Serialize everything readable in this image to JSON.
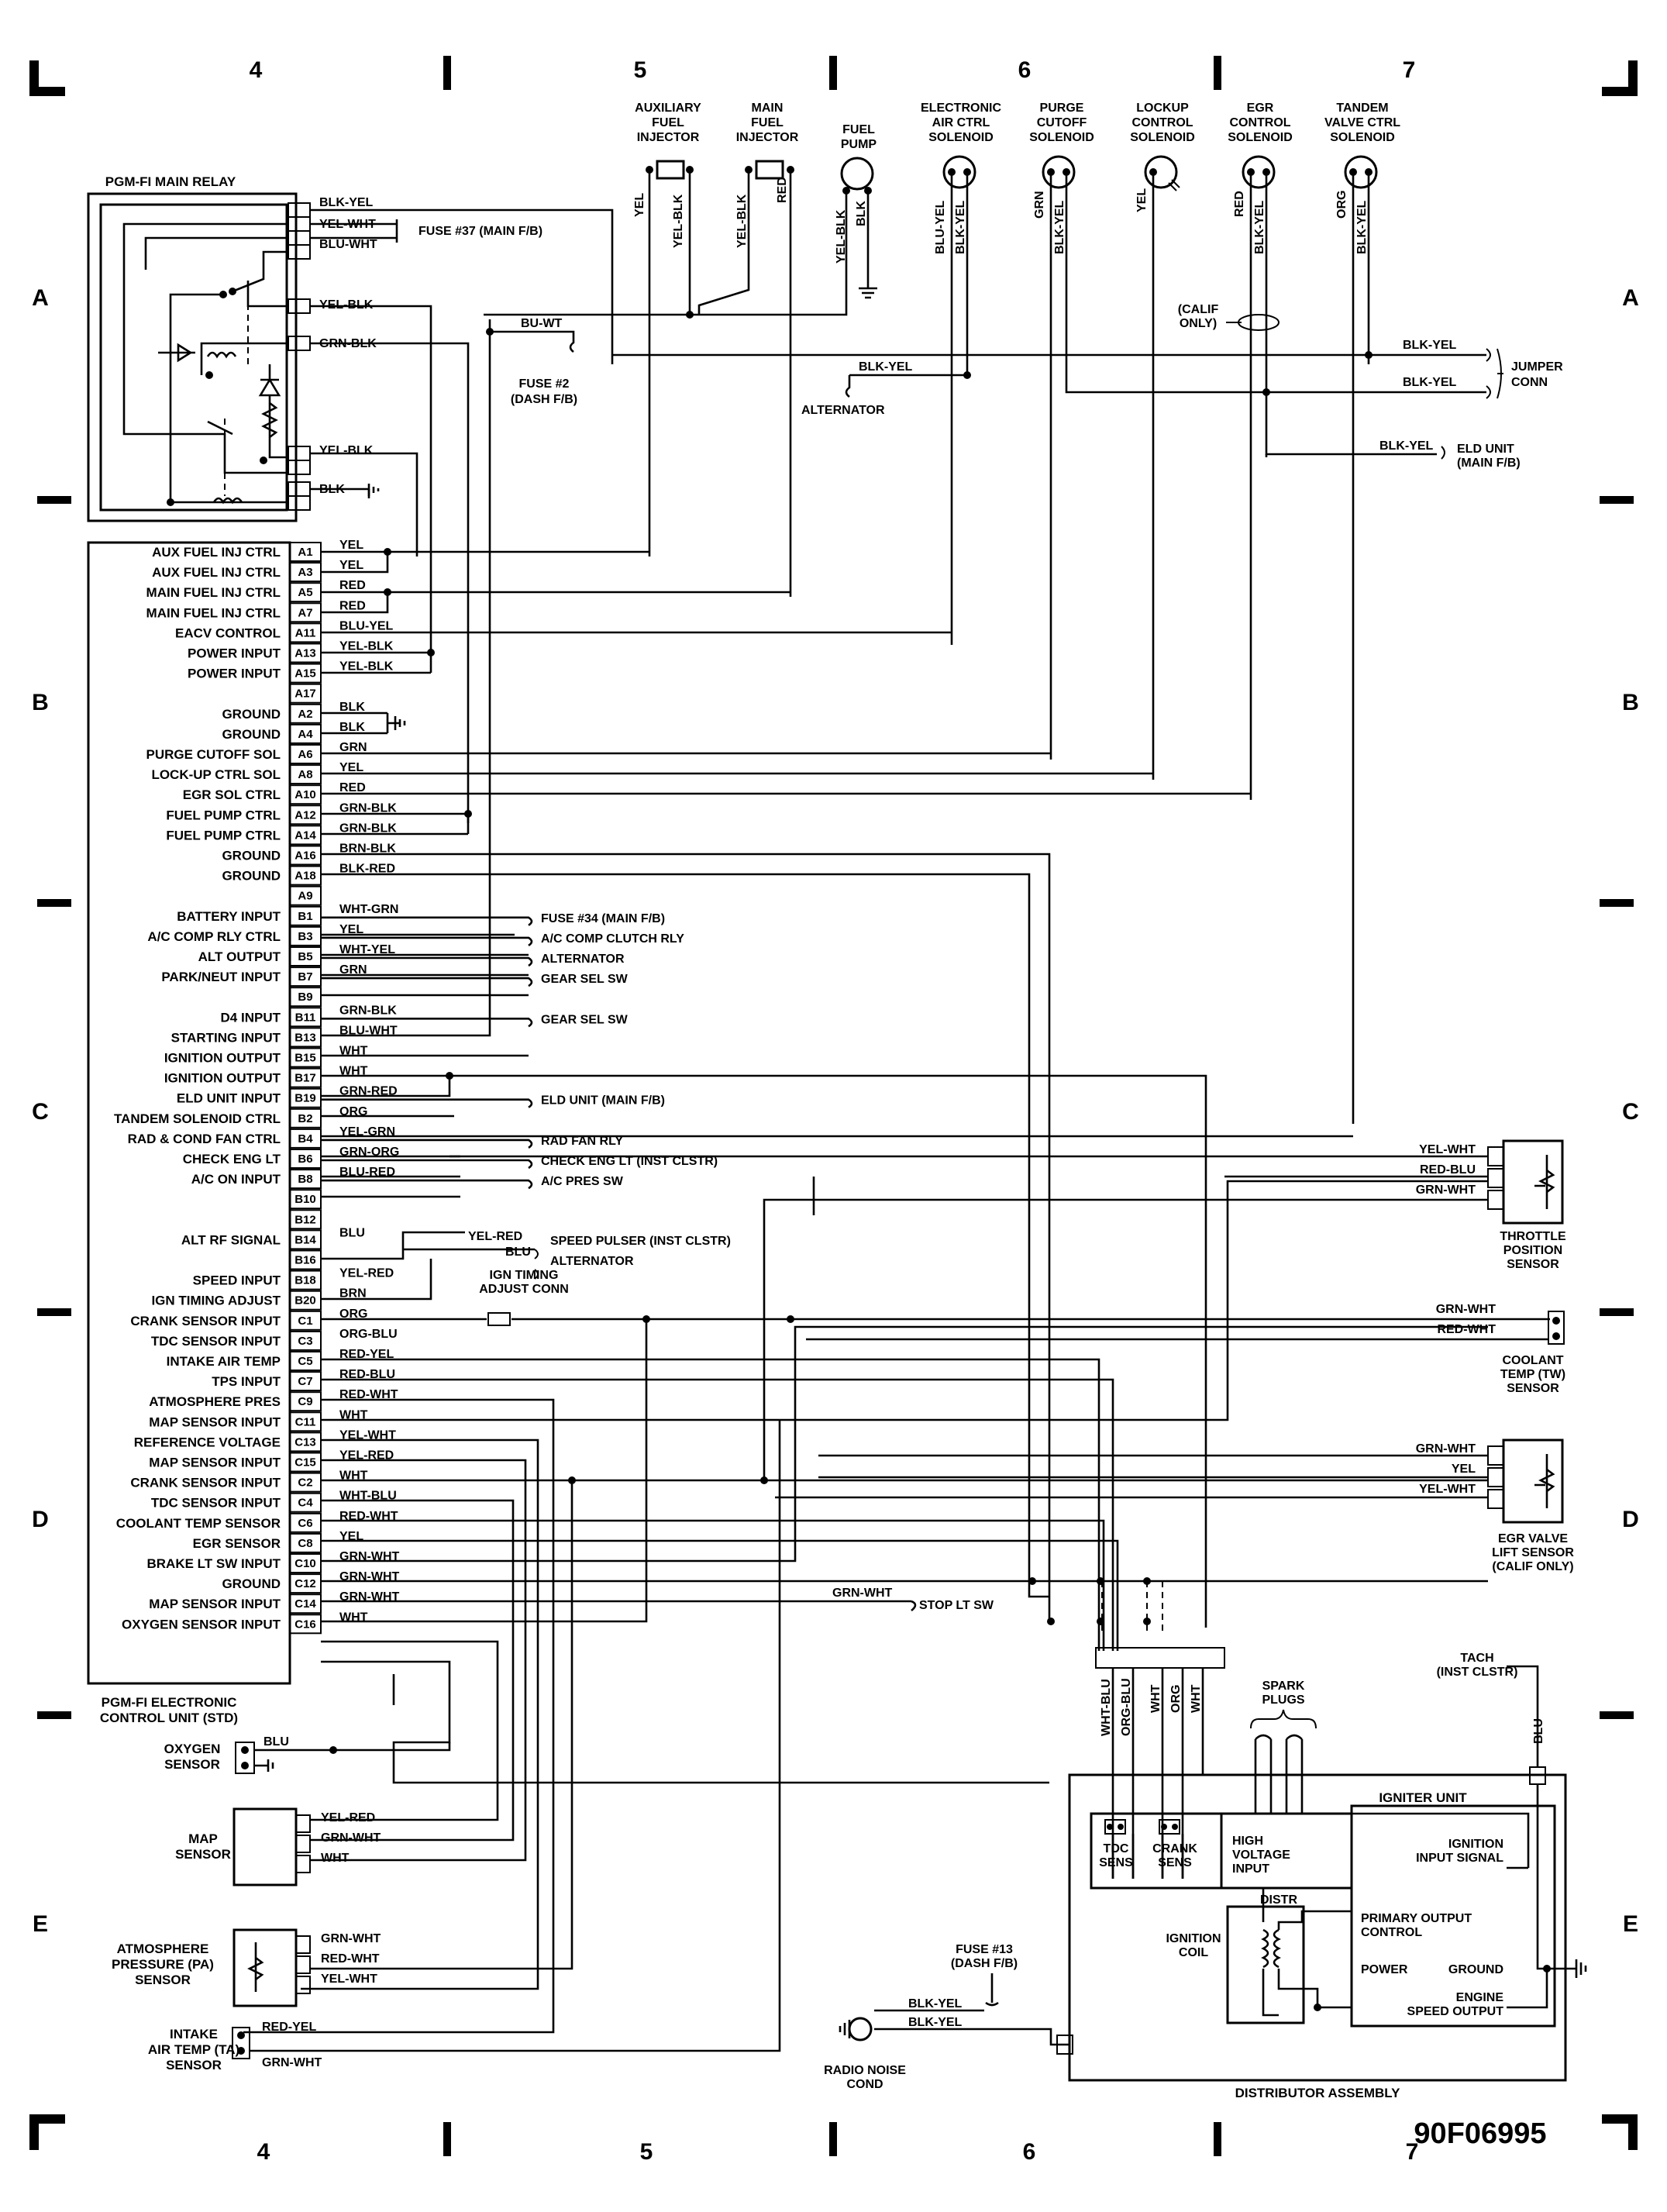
{
  "grid": {
    "columns_top": [
      "4",
      "5",
      "6",
      "7"
    ],
    "columns_bottom": [
      "4",
      "5",
      "6",
      "7"
    ],
    "rows": [
      "A",
      "B",
      "C",
      "D",
      "E"
    ]
  },
  "figure_code": "90F06995",
  "main_relay": {
    "title": "PGM-FI MAIN RELAY",
    "wires": [
      "BLK-YEL",
      "YEL-WHT",
      "BLU-WHT",
      "YEL-BLK",
      "GRN-BLK",
      "YEL-BLK",
      "BLK"
    ]
  },
  "fuse37": "FUSE #37 (MAIN F/B)",
  "fuse2": {
    "wire": "BU-WT",
    "label": [
      "FUSE #2",
      "(DASH F/B)"
    ]
  },
  "alternator_top": {
    "wire": "BLK-YEL",
    "label": "ALTERNATOR"
  },
  "components_top": [
    {
      "label": [
        "AUXILIARY",
        "FUEL",
        "INJECTOR"
      ],
      "wires": [
        "YEL",
        "YEL-BLK"
      ]
    },
    {
      "label": [
        "MAIN",
        "FUEL",
        "INJECTOR"
      ],
      "wires": [
        "YEL-BLK",
        "RED"
      ]
    },
    {
      "label": [
        "FUEL",
        "PUMP"
      ],
      "wires": [
        "YEL-BLK",
        "BLK"
      ]
    },
    {
      "label": [
        "ELECTRONIC",
        "AIR CTRL",
        "SOLENOID"
      ],
      "wires": [
        "BLU-YEL",
        "BLK-YEL"
      ]
    },
    {
      "label": [
        "PURGE",
        "CUTOFF",
        "SOLENOID"
      ],
      "wires": [
        "GRN",
        "BLK-YEL"
      ]
    },
    {
      "label": [
        "LOCKUP",
        "CONTROL",
        "SOLENOID"
      ],
      "wires": [
        "YEL"
      ]
    },
    {
      "label": [
        "EGR",
        "CONTROL",
        "SOLENOID"
      ],
      "wires": [
        "RED",
        "BLK-YEL"
      ]
    },
    {
      "label": [
        "TANDEM",
        "VALVE CTRL",
        "SOLENOID"
      ],
      "wires": [
        "ORG",
        "BLK-YEL"
      ]
    }
  ],
  "calif_only": [
    "(CALIF",
    "ONLY)"
  ],
  "jumper": {
    "wires": [
      "BLK-YEL",
      "BLK-YEL"
    ],
    "label": [
      "JUMPER",
      "CONN"
    ]
  },
  "eld": {
    "wire": "BLK-YEL",
    "label": [
      "ELD UNIT",
      "(MAIN F/B)"
    ]
  },
  "ecu": {
    "title": [
      "PGM-FI ELECTRONIC",
      "CONTROL UNIT (STD)"
    ],
    "pins": [
      {
        "name": "AUX FUEL INJ CTRL",
        "pin": "A1",
        "wire": "YEL"
      },
      {
        "name": "AUX FUEL INJ CTRL",
        "pin": "A3",
        "wire": "YEL"
      },
      {
        "name": "MAIN FUEL INJ CTRL",
        "pin": "A5",
        "wire": "RED"
      },
      {
        "name": "MAIN FUEL INJ CTRL",
        "pin": "A7",
        "wire": "RED"
      },
      {
        "name": "EACV CONTROL",
        "pin": "A11",
        "wire": "BLU-YEL"
      },
      {
        "name": "POWER INPUT",
        "pin": "A13",
        "wire": "YEL-BLK"
      },
      {
        "name": "POWER INPUT",
        "pin": "A15",
        "wire": "YEL-BLK"
      },
      {
        "name": "",
        "pin": "A17",
        "wire": ""
      },
      {
        "name": "GROUND",
        "pin": "A2",
        "wire": "BLK"
      },
      {
        "name": "GROUND",
        "pin": "A4",
        "wire": "BLK"
      },
      {
        "name": "PURGE CUTOFF SOL",
        "pin": "A6",
        "wire": "GRN"
      },
      {
        "name": "LOCK-UP CTRL SOL",
        "pin": "A8",
        "wire": "YEL"
      },
      {
        "name": "EGR SOL CTRL",
        "pin": "A10",
        "wire": "RED"
      },
      {
        "name": "FUEL PUMP CTRL",
        "pin": "A12",
        "wire": "GRN-BLK"
      },
      {
        "name": "FUEL PUMP CTRL",
        "pin": "A14",
        "wire": "GRN-BLK"
      },
      {
        "name": "GROUND",
        "pin": "A16",
        "wire": "BRN-BLK"
      },
      {
        "name": "GROUND",
        "pin": "A18",
        "wire": "BLK-RED"
      },
      {
        "name": "",
        "pin": "A9",
        "wire": ""
      },
      {
        "name": "BATTERY INPUT",
        "pin": "B1",
        "wire": "WHT-GRN",
        "dest": "FUSE #34 (MAIN F/B)"
      },
      {
        "name": "A/C COMP RLY CTRL",
        "pin": "B3",
        "wire": "YEL",
        "dest": "A/C COMP CLUTCH RLY"
      },
      {
        "name": "ALT OUTPUT",
        "pin": "B5",
        "wire": "WHT-YEL",
        "dest": "ALTERNATOR"
      },
      {
        "name": "PARK/NEUT INPUT",
        "pin": "B7",
        "wire": "GRN",
        "dest": "GEAR SEL SW"
      },
      {
        "name": "",
        "pin": "B9",
        "wire": ""
      },
      {
        "name": "D4 INPUT",
        "pin": "B11",
        "wire": "GRN-BLK",
        "dest": "GEAR SEL SW"
      },
      {
        "name": "STARTING INPUT",
        "pin": "B13",
        "wire": "BLU-WHT"
      },
      {
        "name": "IGNITION OUTPUT",
        "pin": "B15",
        "wire": "WHT"
      },
      {
        "name": "IGNITION OUTPUT",
        "pin": "B17",
        "wire": "WHT"
      },
      {
        "name": "ELD UNIT INPUT",
        "pin": "B19",
        "wire": "GRN-RED",
        "dest": "ELD UNIT (MAIN F/B)"
      },
      {
        "name": "TANDEM SOLENOID CTRL",
        "pin": "B2",
        "wire": "ORG"
      },
      {
        "name": "RAD & COND FAN CTRL",
        "pin": "B4",
        "wire": "YEL-GRN",
        "dest": "RAD FAN RLY"
      },
      {
        "name": "CHECK ENG LT",
        "pin": "B6",
        "wire": "GRN-ORG",
        "dest": "CHECK ENG LT (INST CLSTR)"
      },
      {
        "name": "A/C ON INPUT",
        "pin": "B8",
        "wire": "BLU-RED",
        "dest": "A/C PRES SW"
      },
      {
        "name": "",
        "pin": "B10",
        "wire": ""
      },
      {
        "name": "",
        "pin": "B12",
        "wire": ""
      },
      {
        "name": "ALT RF SIGNAL",
        "pin": "B14",
        "wire": "BLU"
      },
      {
        "name": "",
        "pin": "B16",
        "wire": ""
      },
      {
        "name": "SPEED INPUT",
        "pin": "B18",
        "wire": "YEL-RED"
      },
      {
        "name": "IGN TIMING ADJUST",
        "pin": "B20",
        "wire": "BRN"
      },
      {
        "name": "CRANK SENSOR INPUT",
        "pin": "C1",
        "wire": "ORG"
      },
      {
        "name": "TDC SENSOR INPUT",
        "pin": "C3",
        "wire": "ORG-BLU"
      },
      {
        "name": "INTAKE AIR TEMP",
        "pin": "C5",
        "wire": "RED-YEL"
      },
      {
        "name": "TPS INPUT",
        "pin": "C7",
        "wire": "RED-BLU"
      },
      {
        "name": "ATMOSPHERE PRES",
        "pin": "C9",
        "wire": "RED-WHT"
      },
      {
        "name": "MAP SENSOR INPUT",
        "pin": "C11",
        "wire": "WHT"
      },
      {
        "name": "REFERENCE VOLTAGE",
        "pin": "C13",
        "wire": "YEL-WHT"
      },
      {
        "name": "MAP SENSOR INPUT",
        "pin": "C15",
        "wire": "YEL-RED"
      },
      {
        "name": "CRANK SENSOR INPUT",
        "pin": "C2",
        "wire": "WHT"
      },
      {
        "name": "TDC SENSOR INPUT",
        "pin": "C4",
        "wire": "WHT-BLU"
      },
      {
        "name": "COOLANT TEMP SENSOR",
        "pin": "C6",
        "wire": "RED-WHT"
      },
      {
        "name": "EGR SENSOR",
        "pin": "C8",
        "wire": "YEL"
      },
      {
        "name": "BRAKE LT SW INPUT",
        "pin": "C10",
        "wire": "GRN-WHT"
      },
      {
        "name": "GROUND",
        "pin": "C12",
        "wire": "GRN-WHT"
      },
      {
        "name": "MAP SENSOR INPUT",
        "pin": "C14",
        "wire": "GRN-WHT"
      },
      {
        "name": "OXYGEN SENSOR INPUT",
        "pin": "C16",
        "wire": "WHT"
      }
    ]
  },
  "speed_pulser": {
    "wires": [
      "YEL-RED",
      "BLU"
    ],
    "dests": [
      "SPEED PULSER (INST CLSTR)",
      "ALTERNATOR"
    ]
  },
  "ign_timing_conn": [
    "IGN TIMING",
    "ADJUST CONN"
  ],
  "stop_lt": {
    "wire": "GRN-WHT",
    "label": "STOP LT SW"
  },
  "tps": {
    "wires": [
      "YEL-WHT",
      "RED-BLU",
      "GRN-WHT"
    ],
    "label": [
      "THROTTLE",
      "POSITION",
      "SENSOR"
    ]
  },
  "coolant": {
    "wires": [
      "GRN-WHT",
      "RED-WHT"
    ],
    "label": [
      "COOLANT",
      "TEMP (TW)",
      "SENSOR"
    ]
  },
  "egr_lift": {
    "wires": [
      "GRN-WHT",
      "YEL",
      "YEL-WHT"
    ],
    "label": [
      "EGR VALVE",
      "LIFT SENSOR",
      "(CALIF ONLY)"
    ]
  },
  "o2": {
    "wire": "BLU",
    "label": [
      "OXYGEN",
      "SENSOR"
    ]
  },
  "map": {
    "wires": [
      "YEL-RED",
      "GRN-WHT",
      "WHT"
    ],
    "label": [
      "MAP",
      "SENSOR"
    ]
  },
  "pa": {
    "wires": [
      "GRN-WHT",
      "RED-WHT",
      "YEL-WHT"
    ],
    "label": [
      "ATMOSPHERE",
      "PRESSURE (PA)",
      "SENSOR"
    ]
  },
  "ta": {
    "wires": [
      "RED-YEL",
      "GRN-WHT"
    ],
    "label": [
      "INTAKE",
      "AIR TEMP (TA)",
      "SENSOR"
    ]
  },
  "dist_wires": [
    "WHT-BLU",
    "ORG-BLU",
    "WHT",
    "ORG",
    "WHT"
  ],
  "spark_plugs": [
    "SPARK",
    "PLUGS"
  ],
  "tach": {
    "label": [
      "TACH",
      "(INST CLSTR)"
    ],
    "wire": "BLU"
  },
  "igniter": {
    "title": "IGNITER UNIT",
    "input_signal": [
      "IGNITION",
      "INPUT SIGNAL"
    ],
    "primary": [
      "PRIMARY OUTPUT",
      "CONTROL"
    ],
    "power": "POWER",
    "ground": "GROUND",
    "engine_speed": [
      "ENGINE",
      "SPEED OUTPUT"
    ]
  },
  "tdc_sens": [
    "TDC",
    "SENS"
  ],
  "crank_sens": [
    "CRANK",
    "SENS"
  ],
  "hv_input": [
    "HIGH",
    "VOLTAGE",
    "INPUT"
  ],
  "distr": "DISTR",
  "ign_coil": [
    "IGNITION",
    "COIL"
  ],
  "fuse13": {
    "label": [
      "FUSE #13",
      "(DASH F/B)"
    ],
    "wires": [
      "BLK-YEL",
      "BLK-YEL"
    ]
  },
  "radio_noise": [
    "RADIO NOISE",
    "COND"
  ],
  "dist_assembly": "DISTRIBUTOR ASSEMBLY"
}
